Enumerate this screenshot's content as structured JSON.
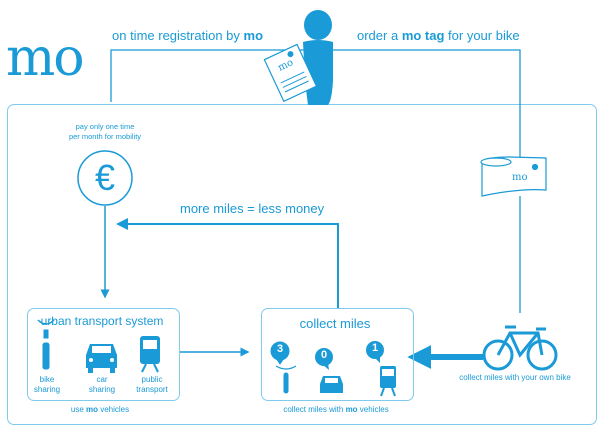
{
  "logo": "mo",
  "top": {
    "left_label_pre": "on time registration by ",
    "left_label_bold": "mo",
    "right_label_pre": "order a ",
    "right_label_bold": "mo tag",
    "right_label_post": " for your bike"
  },
  "paper_logo": "mo",
  "tag_logo": "mo",
  "payment": {
    "line1": "pay only one time",
    "line2": "per month for mobility",
    "symbol": "€"
  },
  "loop_label": "more miles = less money",
  "urban": {
    "title": "urban transport system",
    "items": [
      {
        "line1": "bike",
        "line2": "sharing"
      },
      {
        "line1": "car",
        "line2": "sharing"
      },
      {
        "line1": "public",
        "line2": "transport"
      }
    ],
    "caption_pre": "use ",
    "caption_bold": "mo",
    "caption_post": " vehicles"
  },
  "collect": {
    "title": "collect miles",
    "counts": [
      "3",
      "0",
      "1"
    ],
    "caption_pre": "collect miles with ",
    "caption_bold": "mo",
    "caption_post": " vehicles"
  },
  "own_bike": "collect miles with your own bike",
  "colors": {
    "accent": "#1a9ad6",
    "border": "#7fcbee"
  }
}
